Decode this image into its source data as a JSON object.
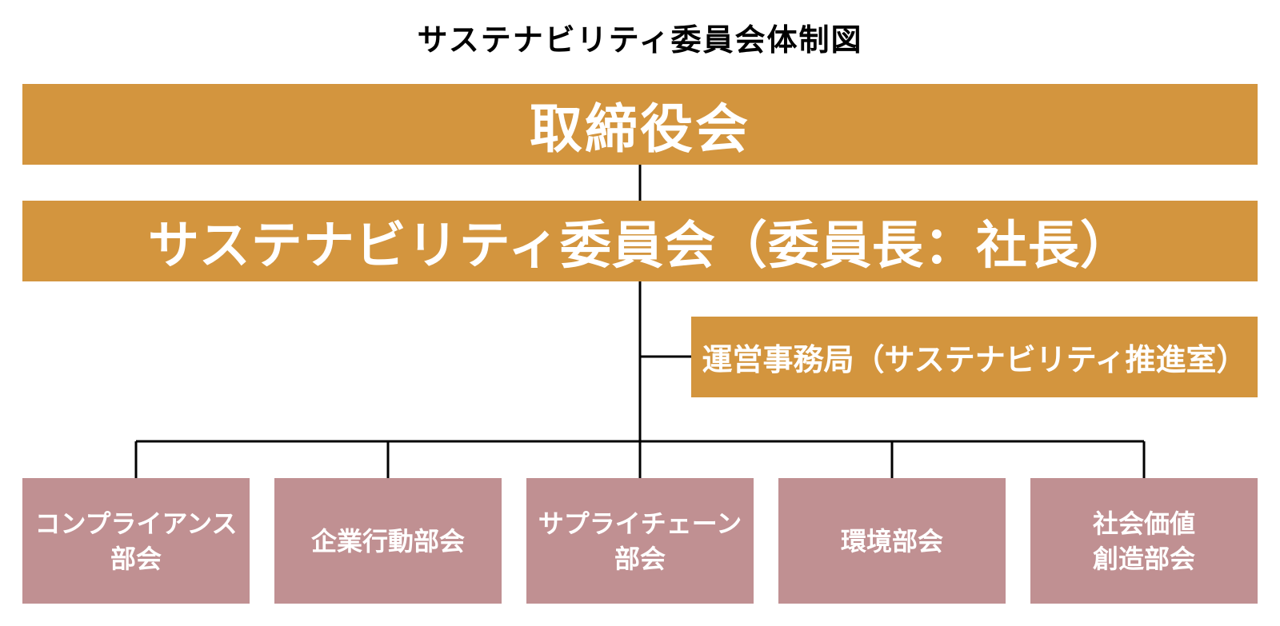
{
  "title": "サステナビリティ委員会体制図",
  "board": "取締役会",
  "committee": "サステナビリティ委員会（委員長：社長）",
  "secretariat": "運営事務局（サステナビリティ推進室）",
  "subcommittees": [
    "コンプライアンス\n部会",
    "企業行動部会",
    "サプライチェーン\n部会",
    "環境部会",
    "社会価値\n創造部会"
  ],
  "colors": {
    "upper_box": "#d3953e",
    "subcommittee_box": "#c09092",
    "connector": "#000000"
  }
}
